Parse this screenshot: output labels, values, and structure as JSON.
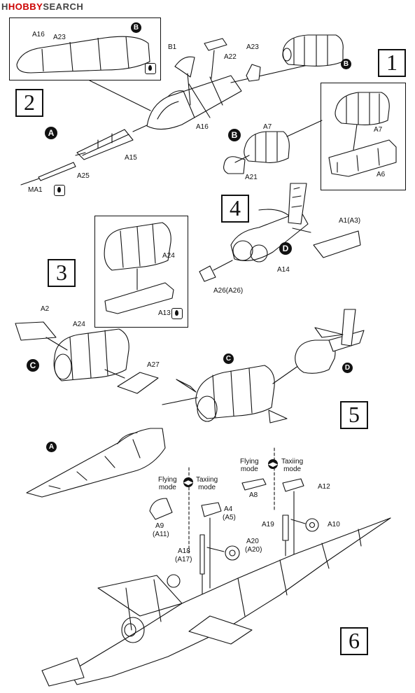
{
  "watermark": {
    "brand": "HOBBY",
    "rest": "SEARCH",
    "mark": "H"
  },
  "steps": [
    "1",
    "2",
    "3",
    "4",
    "5",
    "6"
  ],
  "subassemblies": {
    "A": "A",
    "B": "B",
    "C": "C",
    "D": "D"
  },
  "parts": {
    "a16_inset": "A16",
    "a23_inset": "A23",
    "b1": "B1",
    "a22": "A22",
    "a23": "A23",
    "a16": "A16",
    "a15": "A15",
    "a25": "A25",
    "ma1": "MA1",
    "a7_main": "A7",
    "a21": "A21",
    "a7_inset": "A7",
    "a6": "A6",
    "a1": "A1(A3)",
    "a14": "A14",
    "a26": "A26(A26)",
    "a24_inset": "A24",
    "a13": "A13",
    "a2": "A2",
    "a24": "A24",
    "a27": "A27",
    "a9": "A9",
    "a9b": "(A11)",
    "a4": "A4",
    "a4b": "(A5)",
    "a18": "A18",
    "a18b": "(A17)",
    "a20": "A20",
    "a20b": "(A20)",
    "a8": "A8",
    "a12": "A12",
    "a19": "A19",
    "a10": "A10"
  },
  "modes": {
    "left": {
      "flying": "Flying",
      "flying2": "mode",
      "taxiing": "Taxiing",
      "taxiing2": "mode"
    },
    "right": {
      "flying": "Flying",
      "flying2": "mode",
      "taxiing": "Taxiing",
      "taxiing2": "mode"
    },
    "arrow_icon": "◀▶"
  },
  "colors": {
    "ink": "#111111",
    "paper": "#ffffff"
  }
}
